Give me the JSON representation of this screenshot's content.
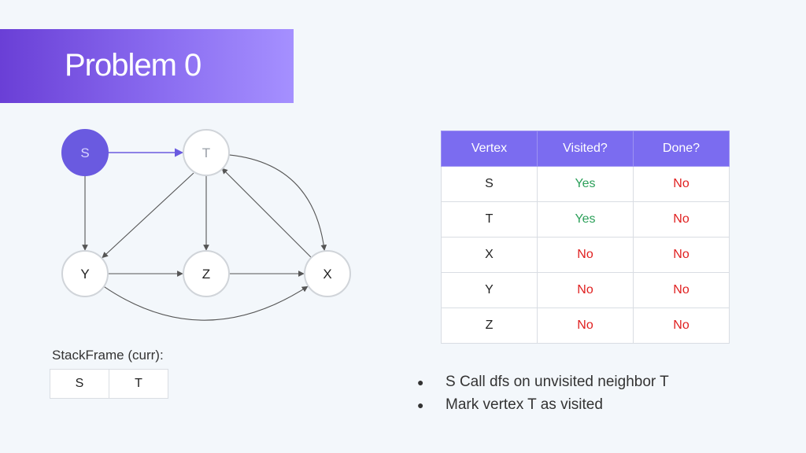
{
  "slide": {
    "title": "Problem 0"
  },
  "graph": {
    "nodes": [
      {
        "id": "S",
        "label": "S",
        "state": "current"
      },
      {
        "id": "T",
        "label": "T",
        "state": "visited"
      },
      {
        "id": "Y",
        "label": "Y",
        "state": "default"
      },
      {
        "id": "Z",
        "label": "Z",
        "state": "default"
      },
      {
        "id": "X",
        "label": "X",
        "state": "default"
      }
    ],
    "edges": [
      {
        "from": "S",
        "to": "T",
        "highlighted": true
      },
      {
        "from": "S",
        "to": "Y",
        "highlighted": false
      },
      {
        "from": "T",
        "to": "Y",
        "highlighted": false
      },
      {
        "from": "T",
        "to": "Z",
        "highlighted": false
      },
      {
        "from": "T",
        "to": "X",
        "highlighted": false
      },
      {
        "from": "X",
        "to": "T",
        "highlighted": false
      },
      {
        "from": "Y",
        "to": "Z",
        "highlighted": false
      },
      {
        "from": "Z",
        "to": "X",
        "highlighted": false
      },
      {
        "from": "Y",
        "to": "X",
        "highlighted": false
      }
    ],
    "colors": {
      "current_fill": "#6a5ae0",
      "current_text": "#d8d4ff",
      "highlight_edge": "#6a5ae0",
      "visited_text": "#9aa0a8",
      "default_text": "#222222",
      "node_border": "#d0d4d9",
      "edge": "#555555"
    }
  },
  "table": {
    "headers": [
      "Vertex",
      "Visited?",
      "Done?"
    ],
    "rows": [
      {
        "vertex": "S",
        "visited": "Yes",
        "done": "No"
      },
      {
        "vertex": "T",
        "visited": "Yes",
        "done": "No"
      },
      {
        "vertex": "X",
        "visited": "No",
        "done": "No"
      },
      {
        "vertex": "Y",
        "visited": "No",
        "done": "No"
      },
      {
        "vertex": "Z",
        "visited": "No",
        "done": "No"
      }
    ]
  },
  "stack": {
    "label": "StackFrame (curr):",
    "frames": [
      "S",
      "T"
    ]
  },
  "notes": {
    "bullet_symbol": "●",
    "items": [
      "S Call dfs on unvisited neighbor T",
      "Mark vertex T as visited"
    ]
  }
}
